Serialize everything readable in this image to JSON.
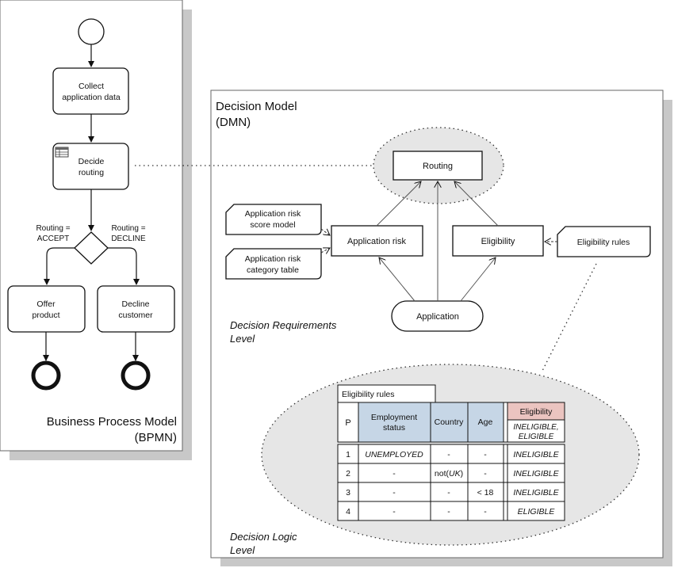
{
  "bpmn": {
    "collect_line1": "Collect",
    "collect_line2": "application data",
    "decide_line1": "Decide",
    "decide_line2": "routing",
    "gw_left_line1": "Routing =",
    "gw_left_line2": "ACCEPT",
    "gw_right_line1": "Routing =",
    "gw_right_line2": "DECLINE",
    "offer_line1": "Offer",
    "offer_line2": "product",
    "decline_line1": "Decline",
    "decline_line2": "customer",
    "title_line1": "Business Process Model",
    "title_line2": "(BPMN)"
  },
  "dmn": {
    "title_line1": "Decision Model",
    "title_line2": "(DMN)",
    "routing": "Routing",
    "app_risk": "Application risk",
    "eligibility": "Eligibility",
    "application": "Application",
    "eligibility_rules": "Eligibility rules",
    "risk_score_line1": "Application risk",
    "risk_score_line2": "score model",
    "risk_cat_line1": "Application risk",
    "risk_cat_line2": "category table",
    "req_level_line1": "Decision Requirements",
    "req_level_line2": "Level",
    "logic_level_line1": "Decision Logic",
    "logic_level_line2": "Level"
  },
  "table": {
    "name": "Eligibility rules",
    "h_p": "P",
    "h_emp_line1": "Employment",
    "h_emp_line2": "status",
    "h_country": "Country",
    "h_age": "Age",
    "h_out": "Eligibility",
    "h_out_values_line1": "INELIGIBLE,",
    "h_out_values_line2": "ELIGIBLE",
    "rows": [
      {
        "p": "1",
        "emp": "UNEMPLOYED",
        "country": "-",
        "age": "-",
        "out": "INELIGIBLE"
      },
      {
        "p": "2",
        "emp": "-",
        "country_pre": "not(",
        "country_it": "UK",
        "country_post": ")",
        "age": "-",
        "out": "INELIGIBLE"
      },
      {
        "p": "3",
        "emp": "-",
        "country": "-",
        "age": "< 18",
        "out": "INELIGIBLE"
      },
      {
        "p": "4",
        "emp": "-",
        "country": "-",
        "age": "-",
        "out": "ELIGIBLE"
      }
    ]
  },
  "colors": {
    "input_header": "#c6d6e6",
    "output_header": "#ebc4c0",
    "shadow": "#c8c8c8",
    "ellipse": "#e6e6e6"
  }
}
